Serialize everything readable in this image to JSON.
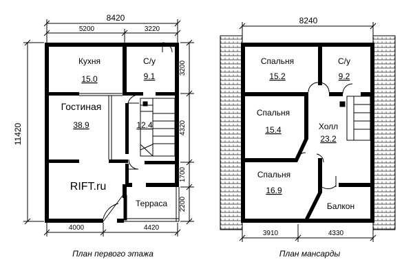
{
  "plans": {
    "first_floor": {
      "caption": "План первого этажа",
      "watermark": "RIFT.ru",
      "dims": {
        "total_width": "8420",
        "top_left": "5200",
        "top_right": "3220",
        "bottom_left": "4000",
        "bottom_right": "4420",
        "total_height": "11420",
        "right_1": "3200",
        "right_2": "4320",
        "right_3": "1700",
        "right_4": "2200"
      },
      "rooms": {
        "kitchen": {
          "label": "Кухня",
          "area": "15.0"
        },
        "bath": {
          "label": "С/у",
          "area": "9.1"
        },
        "living": {
          "label": "Гостиная",
          "area": "38.9"
        },
        "stair_area": "12.4",
        "terrace": {
          "label": "Терраса"
        }
      }
    },
    "attic": {
      "caption": "План мансарды",
      "dims": {
        "total_width": "8240",
        "bottom_left": "3910",
        "bottom_right": "4330"
      },
      "rooms": {
        "bedroom_1": {
          "label": "Спальня",
          "area": "15.2"
        },
        "bath": {
          "label": "С/у",
          "area": "9.2"
        },
        "bedroom_2": {
          "label": "Спальня",
          "area": "15.4"
        },
        "hall": {
          "label": "Холл",
          "area": "23.2"
        },
        "bedroom_3": {
          "label": "Спальня",
          "area": "16.9"
        },
        "balcony": {
          "label": "Балкон"
        }
      }
    }
  }
}
